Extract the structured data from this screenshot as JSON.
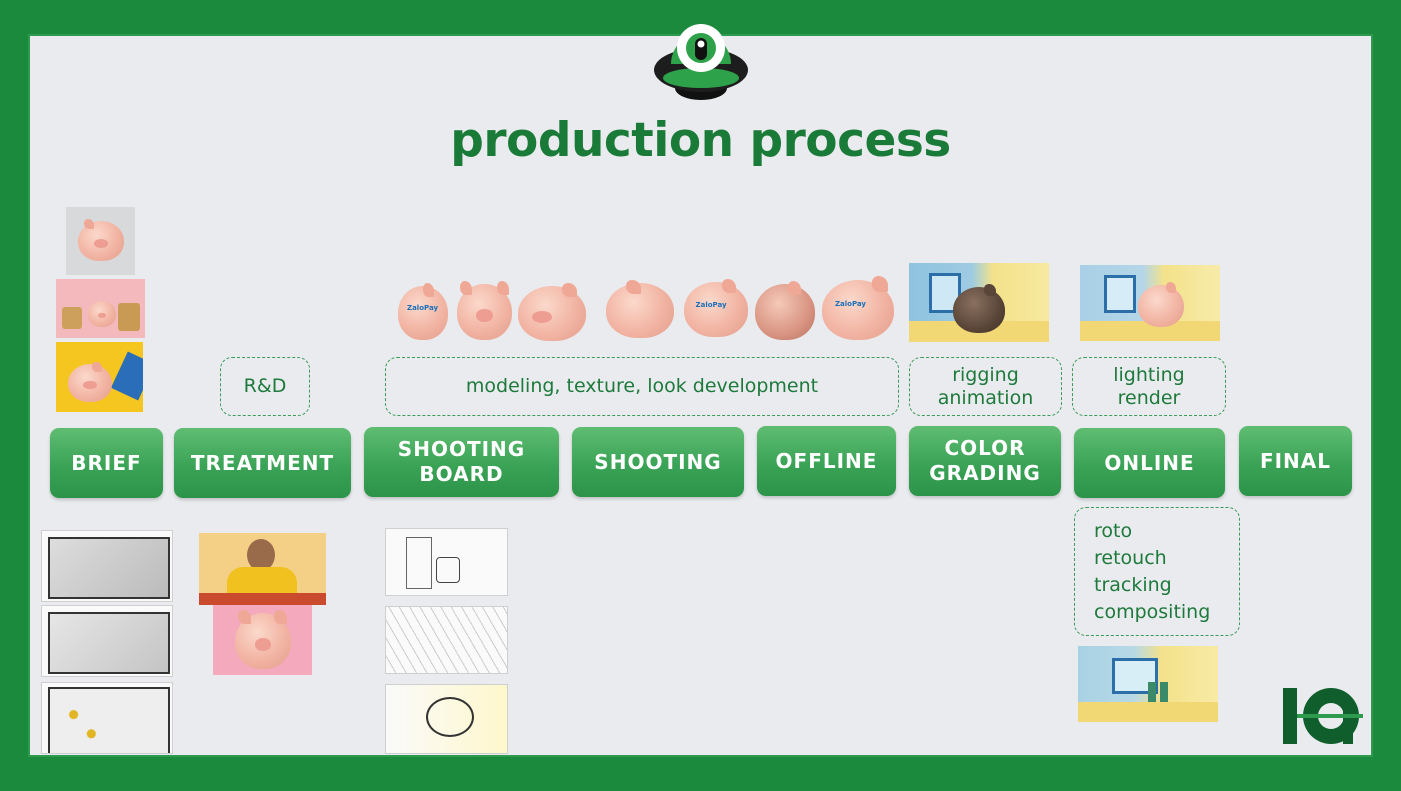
{
  "header": {
    "title": "production process"
  },
  "stages": [
    {
      "id": "brief",
      "label": "BRIEF"
    },
    {
      "id": "treatment",
      "label": "TREATMENT"
    },
    {
      "id": "shooting-board",
      "label": "SHOOTING\nBOARD"
    },
    {
      "id": "shooting",
      "label": "SHOOTING"
    },
    {
      "id": "offline",
      "label": "OFFLINE"
    },
    {
      "id": "color-grading",
      "label": "COLOR\nGRADING"
    },
    {
      "id": "online",
      "label": "ONLINE"
    },
    {
      "id": "final",
      "label": "FINAL"
    }
  ],
  "tasks": {
    "rd": "R&D",
    "modeling": "modeling, texture, look development",
    "rigging": "rigging\nanimation",
    "lighting": "lighting\nrender",
    "compositing": "roto\nretouch\ntracking\ncompositing"
  },
  "pig_labels": [
    "ZaloPay",
    "ZaloPay",
    "ZaloPay"
  ],
  "colors": {
    "brand_green": "#1a7a38",
    "border_green": "#1b8a3c",
    "button_green": "#3aa356"
  }
}
